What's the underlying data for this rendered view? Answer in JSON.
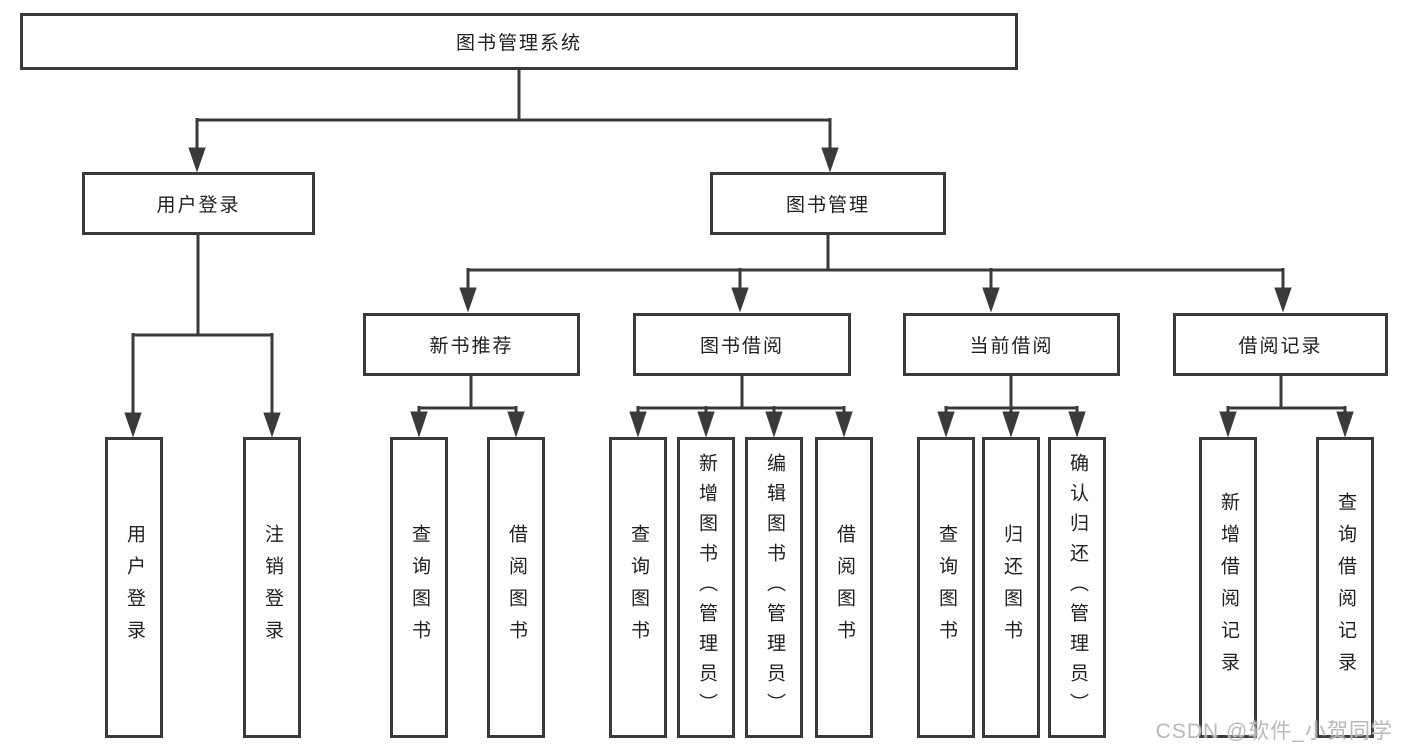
{
  "title": "图书管理系统",
  "watermark": "CSDN @软件_小贺同学",
  "colors": {
    "line": "#3a3a3a",
    "text": "#1f1f1f",
    "watermark": "#b9b9b9",
    "background": "#ffffff"
  },
  "tree": {
    "label": "图书管理系统",
    "children": [
      {
        "label": "用户登录",
        "children": [
          {
            "label": "用户登录"
          },
          {
            "label": "注销登录"
          }
        ]
      },
      {
        "label": "图书管理",
        "children": [
          {
            "label": "新书推荐",
            "children": [
              {
                "label": "查询图书"
              },
              {
                "label": "借阅图书"
              }
            ]
          },
          {
            "label": "图书借阅",
            "children": [
              {
                "label": "查询图书"
              },
              {
                "label": "新增图书（管理员）"
              },
              {
                "label": "编辑图书（管理员）"
              },
              {
                "label": "借阅图书"
              }
            ]
          },
          {
            "label": "当前借阅",
            "children": [
              {
                "label": "查询图书"
              },
              {
                "label": "归还图书"
              },
              {
                "label": "确认归还（管理员）"
              }
            ]
          },
          {
            "label": "借阅记录",
            "children": [
              {
                "label": "新增借阅记录"
              },
              {
                "label": "查询借阅记录"
              }
            ]
          }
        ]
      }
    ]
  }
}
